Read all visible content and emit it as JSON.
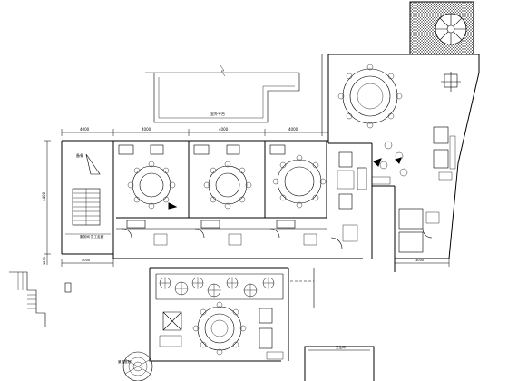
{
  "labels": {
    "dimensions": {
      "top_1": "4000",
      "top_2": "4000",
      "top_3": "4000",
      "top_4": "4000",
      "left_side": "4400",
      "left_short": "1250",
      "bottom_left": "4000",
      "bottom_right": "3000"
    },
    "rooms": {
      "terrace_top": "室外平台",
      "left_room": "备餐",
      "left_lower": "服务间 员工走廊",
      "bottom_garden": "景观庭院",
      "bottom_right": "卫生间"
    }
  }
}
